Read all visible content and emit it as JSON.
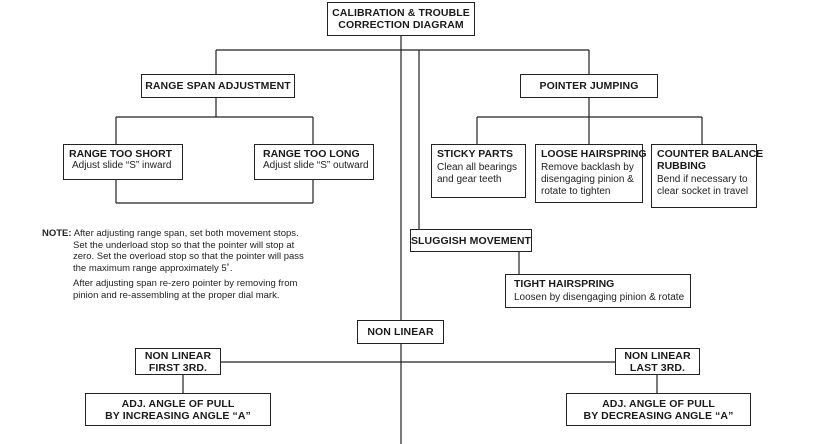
{
  "diagram": {
    "title": [
      "CALIBRATION & TROUBLE",
      "CORRECTION DIAGRAM"
    ],
    "range_span_adjustment": "RANGE SPAN ADJUSTMENT",
    "pointer_jumping": "POINTER JUMPING",
    "range_too_short": {
      "title": "RANGE TOO SHORT",
      "desc": "Adjust slide “S” inward"
    },
    "range_too_long": {
      "title": "RANGE TOO LONG",
      "desc": "Adjust slide “S” outward"
    },
    "sticky_parts": {
      "title": "STICKY PARTS",
      "desc": [
        "Clean all bearings",
        "and gear teeth"
      ]
    },
    "loose_hairspring": {
      "title": "LOOSE HAIRSPRING",
      "desc": [
        "Remove backlash by",
        "disengaging pinion &",
        "rotate to tighten"
      ]
    },
    "counter_balance": {
      "title": [
        "COUNTER BALANCE",
        "RUBBING"
      ],
      "desc": [
        "Bend if necessary to",
        "clear socket in travel"
      ]
    },
    "sluggish_movement": "SLUGGISH MOVEMENT",
    "tight_hairspring": {
      "title": "TIGHT HAIRSPRING",
      "desc": "Loosen  by disengaging pinion & rotate"
    },
    "non_linear": "NON LINEAR",
    "non_linear_first": [
      "NON LINEAR",
      "FIRST 3RD."
    ],
    "non_linear_last": [
      "NON LINEAR",
      "LAST 3RD."
    ],
    "adj_increasing": [
      "ADJ. ANGLE OF PULL",
      "BY INCREASING ANGLE “A”"
    ],
    "adj_decreasing": [
      "ADJ. ANGLE OF PULL",
      "BY DECREASING ANGLE “A”"
    ],
    "note": {
      "label": "NOTE:",
      "lines": [
        "After adjusting range span, set both movement stops.",
        "Set the underload stop so that the pointer will stop at",
        "zero. Set the overload stop so that the pointer will pass",
        "the maximum range approximately 5˚.",
        "After adjusting span re-zero pointer by removing from",
        "pinion and re-assembling at the proper dial mark."
      ]
    }
  }
}
